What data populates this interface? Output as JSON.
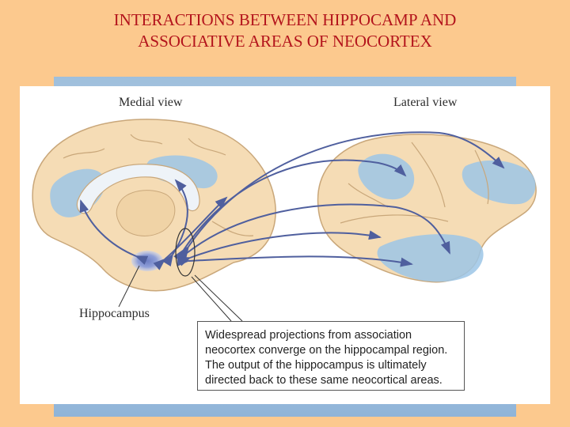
{
  "title": {
    "line1": "INTERACTIONS BETWEEN HIPPOCAMP AND",
    "line2": "ASSOCIATIVE AREAS OF NEOCORTEX"
  },
  "figure": {
    "medial_label": "Medial view",
    "lateral_label": "Lateral view",
    "hippocampus_label": "Hippocampus",
    "caption": "Widespread projections from association neocortex converge on the hippocampal region. The output of the hippocampus is ultimately directed back to these same neocortical areas.",
    "colors": {
      "brain": "#f5dcb5",
      "brain_outline": "#c9a77a",
      "association_area": "#9cc6e6",
      "arrows": "#4f5f9e",
      "title": "#b3141c",
      "background": "#fcc98e"
    }
  }
}
